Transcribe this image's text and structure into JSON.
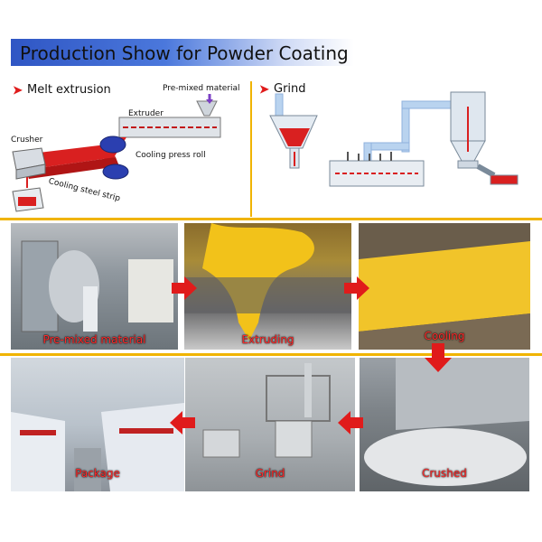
{
  "header": {
    "title": "Production Show for Powder Coating"
  },
  "melt": {
    "title": "Melt extrusion",
    "labels": {
      "premixed": "Pre-mixed material",
      "extruder": "Extruder",
      "crusher": "Crusher",
      "cooling_press": "Cooling press roll",
      "cooling_strip": "Cooling steel strip"
    }
  },
  "grind": {
    "title": "Grind"
  },
  "photos": [
    {
      "caption": "Pre-mixed material"
    },
    {
      "caption": "Extruding"
    },
    {
      "caption": "Cooling"
    },
    {
      "caption": "Package"
    },
    {
      "caption": "Grind"
    },
    {
      "caption": "Crushed"
    }
  ],
  "colors": {
    "accent_red": "#e01b1b",
    "divider": "#f0b400",
    "banner_blue": "#2f56c4",
    "pipe_blue": "#b9d3ef"
  }
}
